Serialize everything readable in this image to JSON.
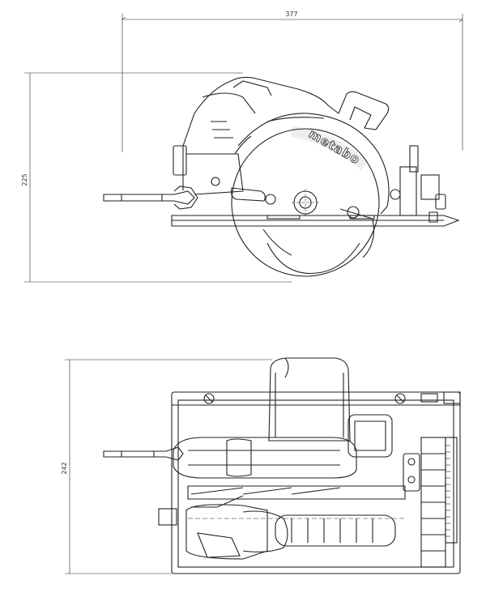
{
  "drawing": {
    "brand_logo": "metabo",
    "dimensions": {
      "width": "377",
      "height": "225",
      "depth": "242"
    }
  }
}
